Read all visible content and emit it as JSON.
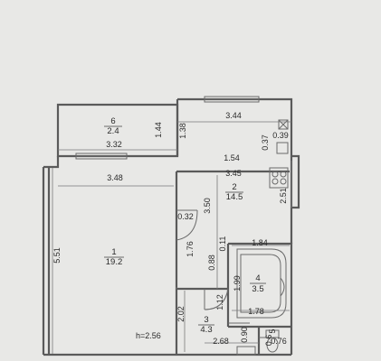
{
  "ceiling_height": "h=2.56",
  "rooms": [
    {
      "id": "6",
      "area": "2.4"
    },
    {
      "id": "2",
      "area": "14.5"
    },
    {
      "id": "1",
      "area": "19.2"
    },
    {
      "id": "4",
      "area": "3.5"
    },
    {
      "id": "3",
      "area": "4.3"
    },
    {
      "id": "5",
      "area": "0.6"
    }
  ],
  "dimensions": {
    "d_3_44": "3.44",
    "d_1_38": "1.38",
    "d_1_44": "1.44",
    "d_3_32": "3.32",
    "d_0_39": "0.39",
    "d_0_37": "0.37",
    "d_1_54": "1.54",
    "d_3_45": "3.45",
    "d_3_48": "3.48",
    "d_2_51": "2.51",
    "d_3_50": "3.50",
    "d_0_32": "0.32",
    "d_5_51": "5.51",
    "d_1_76": "1.76",
    "d_0_11": "0.11",
    "d_1_84": "1.84",
    "d_0_88": "0.88",
    "d_1_99": "1.99",
    "d_1_12": "1.12",
    "d_2_02": "2.02",
    "d_1_78": "1.78",
    "d_0_90": "0.90",
    "d_2_68": "2.68",
    "d_0_76": "0.76"
  }
}
